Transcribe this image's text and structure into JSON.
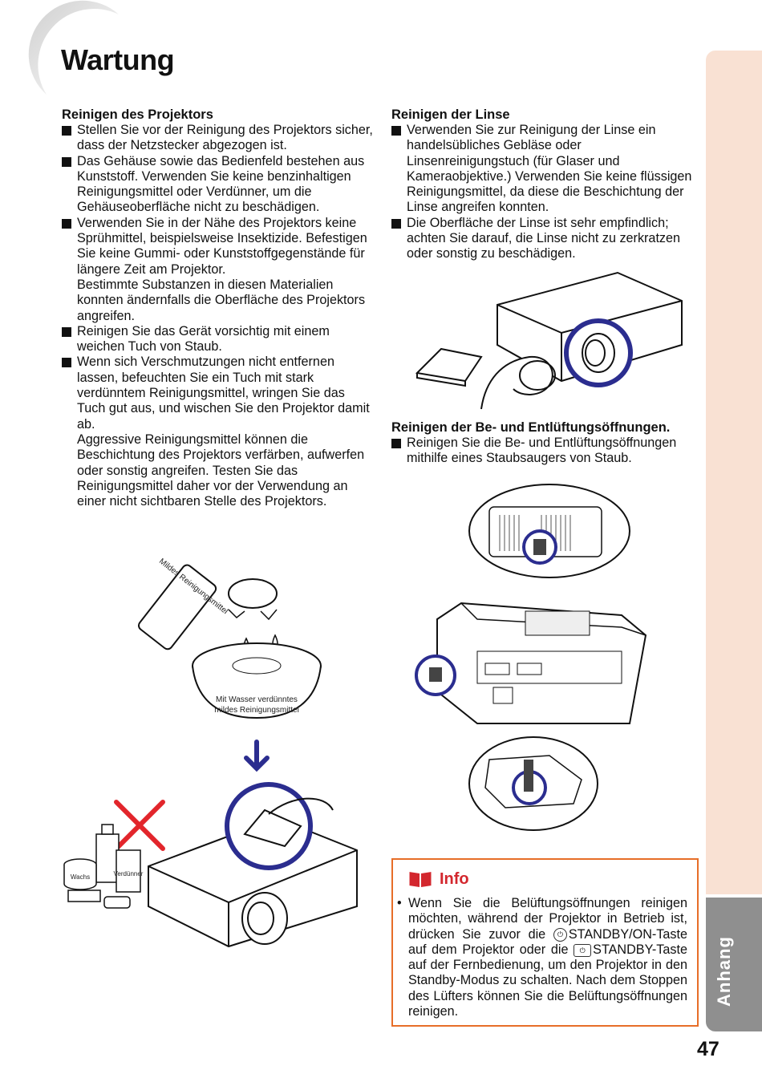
{
  "page": {
    "title": "Wartung",
    "side_tab": "Anhang",
    "page_number": "47"
  },
  "left": {
    "heading": "Reinigen des Projektors",
    "bullets": [
      {
        "paras": [
          "Stellen Sie vor der Reinigung des Projektors sicher, dass der Netzstecker abgezogen ist."
        ]
      },
      {
        "paras": [
          "Das Gehäuse sowie das Bedienfeld bestehen aus Kunststoff. Verwenden Sie keine benzinhaltigen Reinigungsmittel oder Verdünner, um die Gehäuseoberfläche nicht zu beschädigen."
        ]
      },
      {
        "paras": [
          "Verwenden Sie in der Nähe des Projektors keine Sprühmittel, beispielsweise Insektizide. Befestigen Sie keine Gummi- oder Kunststoffgegenstände für längere Zeit am Projektor.",
          "Bestimmte Substanzen in diesen Materialien konnten ändernfalls die Oberfläche des Projektors angreifen."
        ]
      },
      {
        "paras": [
          "Reinigen Sie das Gerät vorsichtig mit einem weichen Tuch von Staub."
        ]
      },
      {
        "paras": [
          "Wenn sich Verschmutzungen nicht entfernen lassen, befeuchten Sie ein Tuch mit stark verdünntem Reinigungsmittel, wringen Sie das Tuch gut aus, und wischen Sie den Projektor damit ab.",
          "Aggressive Reinigungsmittel können die Beschichtung des Projektors verfärben, aufwerfen oder sonstig angreifen. Testen Sie das Reinigungsmittel daher vor der Verwendung an einer nicht sichtbaren Stelle des Projektors."
        ]
      }
    ]
  },
  "right": {
    "lens_heading": "Reinigen der Linse",
    "lens_bullets": [
      {
        "paras": [
          "Verwenden Sie zur Reinigung der Linse ein handelsübliches Gebläse oder Linsenreinigungstuch (für Glaser und Kameraobjektive.) Verwenden Sie keine flüssigen Reinigungsmittel, da diese die Beschichtung der Linse angreifen konnten."
        ]
      },
      {
        "paras": [
          "Die Oberfläche der Linse ist sehr empfindlich; achten Sie darauf, die Linse nicht zu zerkratzen oder sonstig zu beschädigen."
        ]
      }
    ],
    "vent_heading": "Reinigen der Be- und Entlüftungsöffnungen.",
    "vent_bullets": [
      {
        "paras": [
          "Reinigen Sie die Be- und Entlüftungsöffnungen mithilfe eines Staubsaugers von Staub."
        ]
      }
    ]
  },
  "illustration": {
    "bottle_label": "Mildes Reinigungsmittel",
    "bowl_label_1": "Mit Wasser verdünntes",
    "bowl_label_2": "mildes Reinigungsmittel",
    "wax_label": "Wachs",
    "thinner_label": "Verdünner"
  },
  "info": {
    "title": "Info",
    "text_1": "Wenn Sie die Belüftungsöffnungen reinigen möchten, während der Projektor in Betrieb ist, drücken Sie zuvor die ",
    "text_2": "STANDBY/ON-Taste auf dem Projektor oder die ",
    "text_3": "STANDBY-Taste auf der Fernbedienung, um den Projektor in den Standby-Modus zu schalten. Nach dem Stoppen des Lüfters können Sie die Belüftungsöffnungen reinigen."
  },
  "colors": {
    "accent_blue": "#2b2d8f",
    "info_border": "#e76e28",
    "info_title": "#d3272e",
    "side_tab": "#f9e1d3",
    "side_tab_active": "#8f8f8f",
    "red_cross": "#e2252b"
  }
}
